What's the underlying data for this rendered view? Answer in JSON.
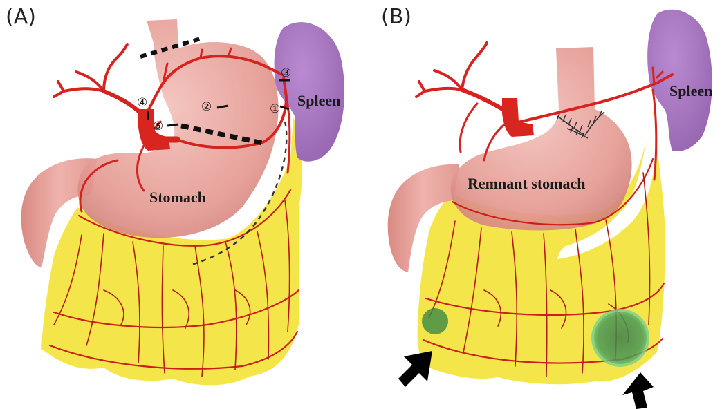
{
  "panels": [
    {
      "id": "A",
      "label": "(A)",
      "organs": {
        "stomach": "Stomach",
        "spleen": "Spleen"
      },
      "markers": [
        "①",
        "②",
        "③",
        "④",
        "⑤"
      ]
    },
    {
      "id": "B",
      "label": "(B)",
      "organs": {
        "stomach": "Remnant stomach",
        "spleen": "Spleen"
      }
    }
  ],
  "colors": {
    "omentum": "#f4e64a",
    "stomach": "#e9a39c",
    "spleen": "#a678bf",
    "artery": "#d6231f",
    "lesion": "#3f9a4a",
    "arrow": "#000000"
  }
}
